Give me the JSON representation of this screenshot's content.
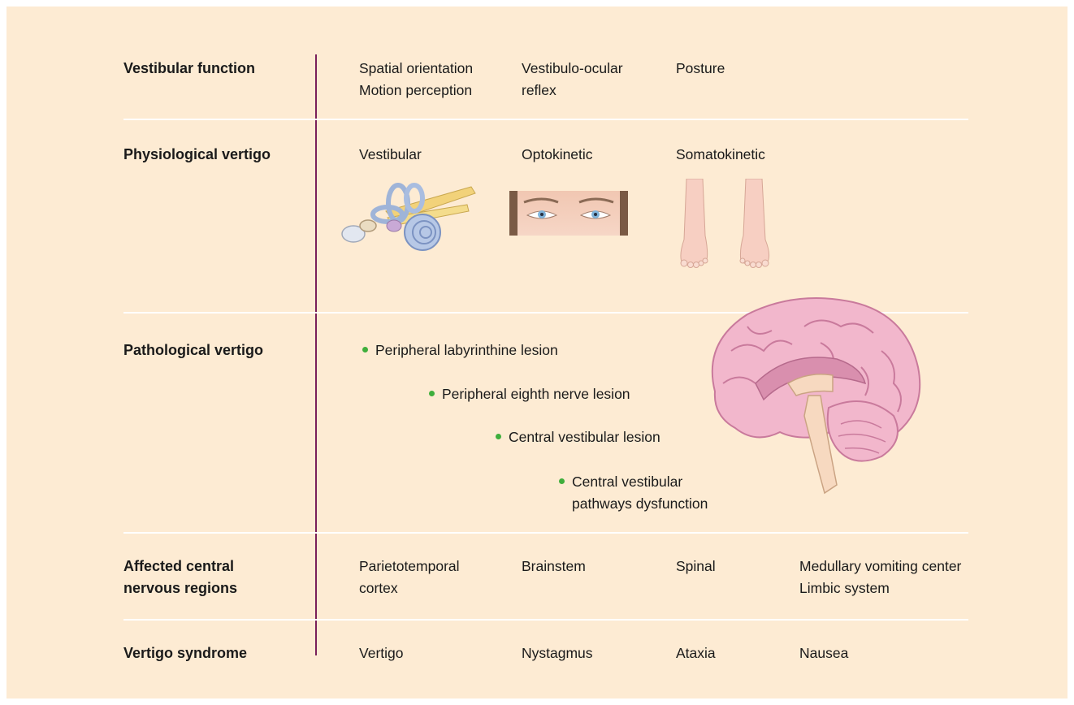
{
  "rows": {
    "vestibular_function": {
      "label": "Vestibular function",
      "col1": [
        "Spatial orientation",
        "Motion perception"
      ],
      "col2": [
        "Vestibulo-ocular",
        "reflex"
      ],
      "col3": "Posture"
    },
    "physiological_vertigo": {
      "label": "Physiological vertigo",
      "col1": "Vestibular",
      "col2": "Optokinetic",
      "col3": "Somatokinetic"
    },
    "pathological_vertigo": {
      "label": "Pathological vertigo",
      "items": [
        "Peripheral labyrinthine lesion",
        "Peripheral eighth nerve lesion",
        "Central vestibular lesion",
        [
          "Central vestibular",
          "pathways dysfunction"
        ]
      ]
    },
    "affected_regions": {
      "label": [
        "Affected central",
        "nervous regions"
      ],
      "col1": [
        "Parietotemporal",
        "cortex"
      ],
      "col2": "Brainstem",
      "col3": "Spinal",
      "col4": [
        "Medullary vomiting center",
        "Limbic system"
      ]
    },
    "vertigo_syndrome": {
      "label": "Vertigo syndrome",
      "col1": "Vertigo",
      "col2": "Nystagmus",
      "col3": "Ataxia",
      "col4": "Nausea"
    }
  },
  "colors": {
    "background": "#fdebd3",
    "divider": "#7a1f5a",
    "bullet": "#3fae3c"
  },
  "icons": [
    "inner-ear-illustration",
    "eyes-illustration",
    "feet-illustration",
    "brain-sagittal-illustration"
  ]
}
